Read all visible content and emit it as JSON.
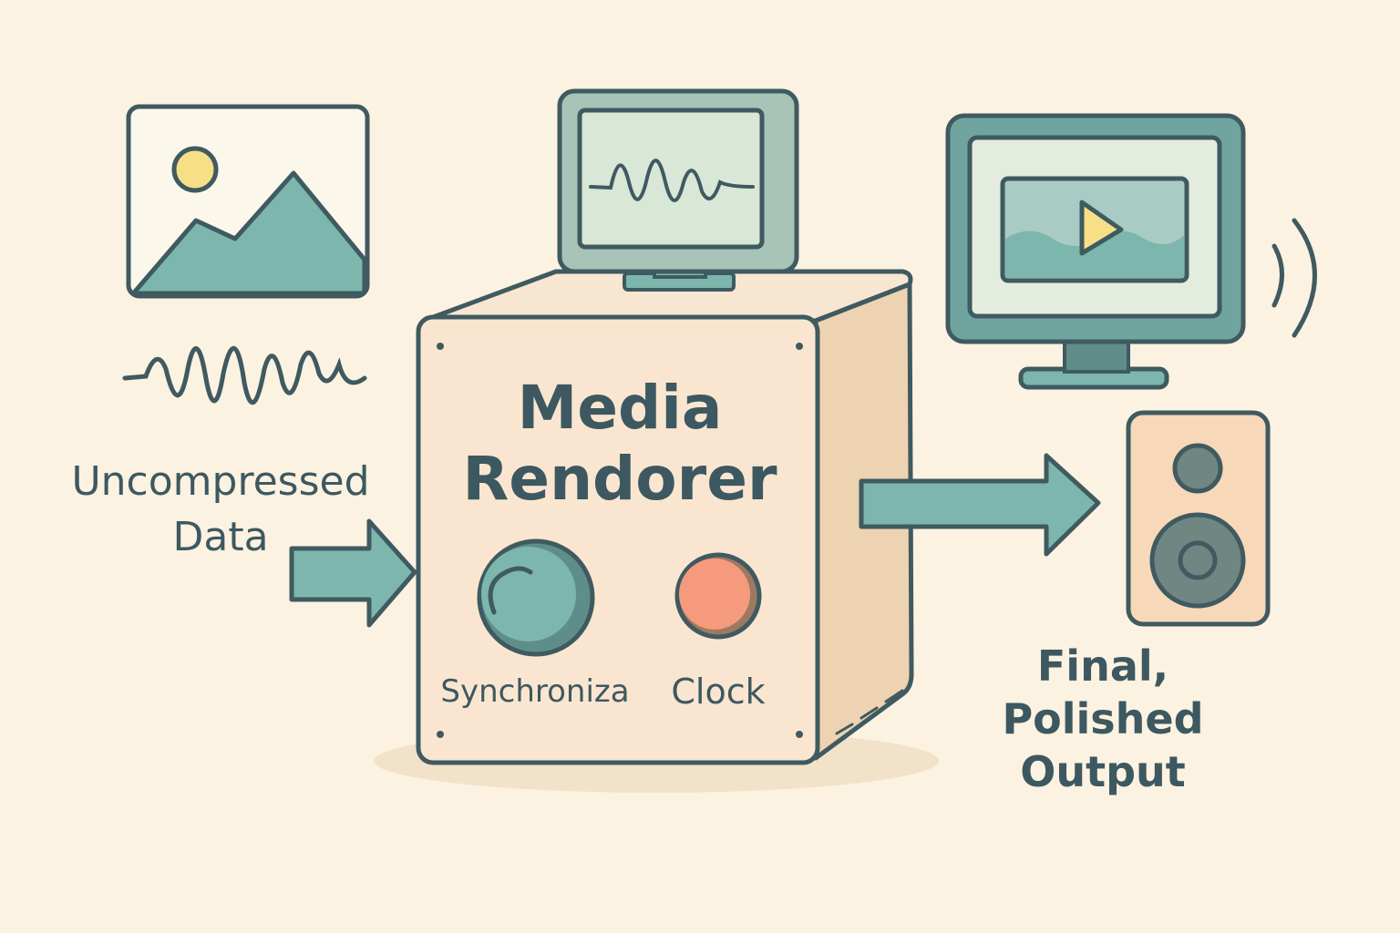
{
  "input": {
    "label_line1": "Uncompressed",
    "label_line2": "Data"
  },
  "renderer": {
    "title_line1": "Media",
    "title_line2": "Rendorer",
    "sync_label": "Synchroniza",
    "clock_label": "Clock"
  },
  "output": {
    "label_line1": "Final,",
    "label_line2": "Polished",
    "label_line3": "Output"
  },
  "colors": {
    "background": "#fcf2e1",
    "outline": "#3f5a60",
    "teal": "#7db6ac",
    "box_face": "#fae6d0",
    "box_side": "#eed3b2",
    "clock_button": "#f59a7c",
    "sun": "#f6df86"
  }
}
